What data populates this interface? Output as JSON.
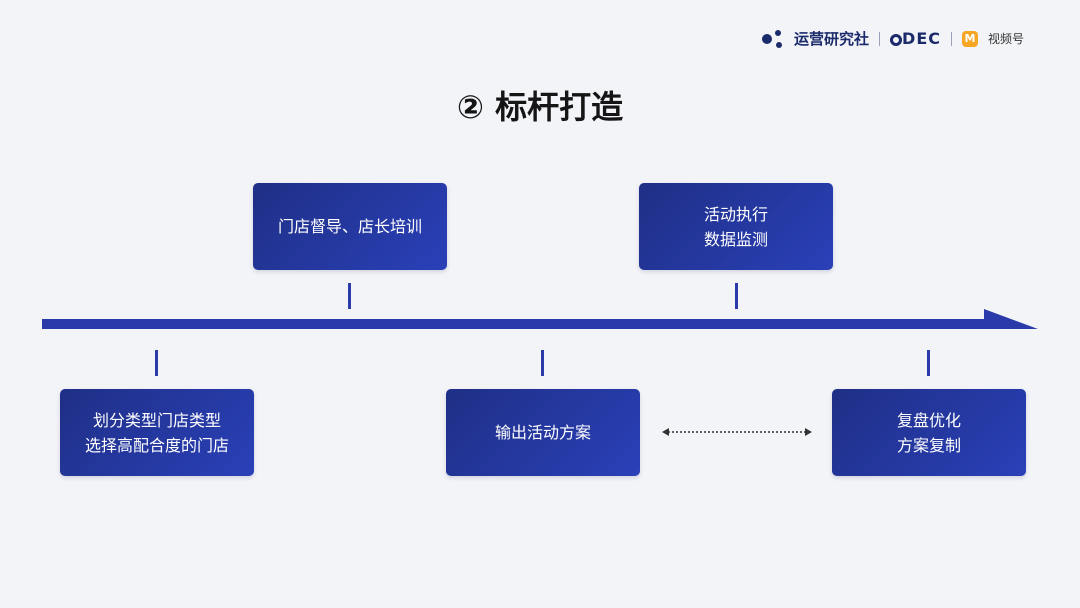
{
  "brand": {
    "name": "运营研究社",
    "partner": "ODEC",
    "partner_rest": "DEC",
    "video_icon_text": "M",
    "video_label": "视频号"
  },
  "title": "② 标杆打造",
  "top_boxes": [
    {
      "lines": [
        "门店督导、店长培训"
      ]
    },
    {
      "lines": [
        "活动执行",
        "数据监测"
      ]
    }
  ],
  "bottom_boxes": [
    {
      "lines": [
        "划分类型门店类型",
        "选择高配合度的门店"
      ]
    },
    {
      "lines": [
        "输出活动方案"
      ]
    },
    {
      "lines": [
        "复盘优化",
        "方案复制"
      ]
    }
  ],
  "colors": {
    "accent": "#2a3aa8",
    "box_dark": "#1f2f86",
    "box_light": "#2a40b8",
    "background": "#f3f4f8"
  }
}
